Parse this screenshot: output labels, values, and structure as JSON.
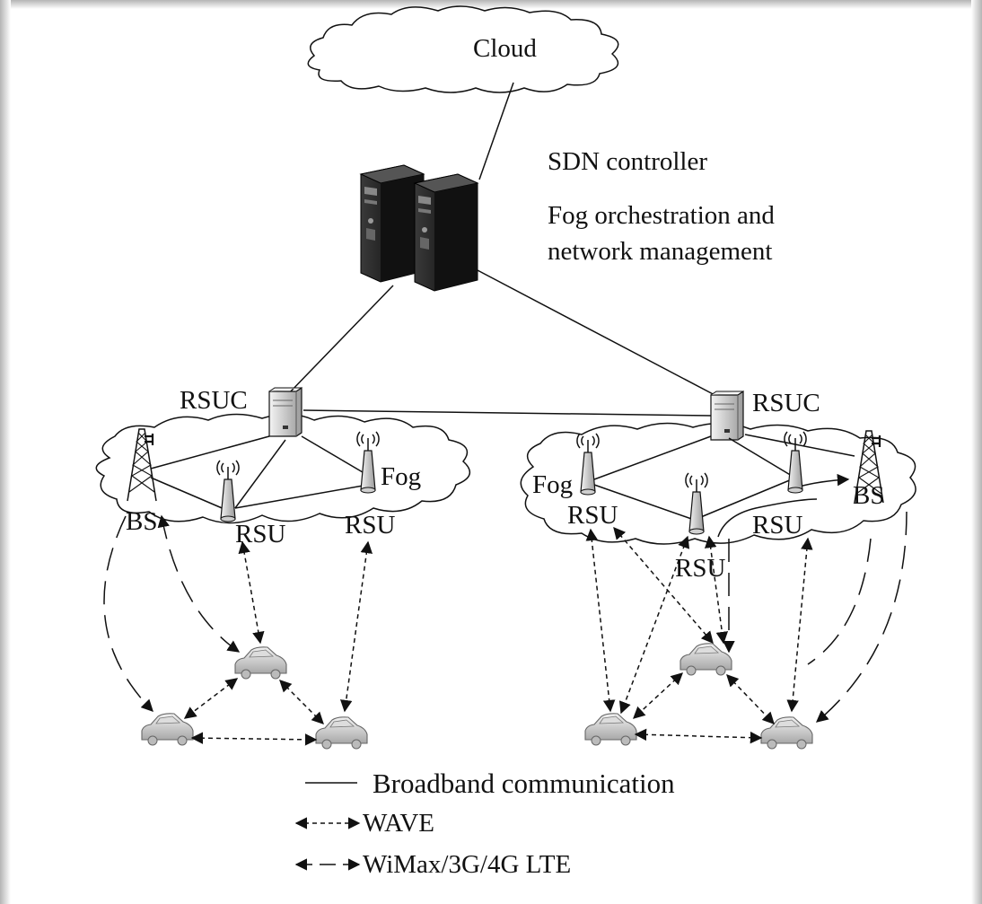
{
  "labels": {
    "cloud": "Cloud",
    "sdn": "SDN controller",
    "fog_line1": "Fog orchestration and",
    "fog_line2": "network management",
    "rsuc_left": "RSUC",
    "rsuc_right": "RSUC",
    "fog_left": "Fog",
    "fog_right": "Fog",
    "bs_left": "BS",
    "bs_right": "BS",
    "rsu_l1": "RSU",
    "rsu_l2": "RSU",
    "rsu_r1": "RSU",
    "rsu_r2": "RSU",
    "rsu_r3": "RSU"
  },
  "legend": {
    "broadband": "Broadband communication",
    "wave": "WAVE",
    "lte": "WiMax/3G/4G LTE"
  },
  "icons": {
    "server": "server-icon",
    "rsuc": "rsuc-server-icon",
    "rsu": "antenna-icon",
    "bs": "tower-icon",
    "car": "car-icon"
  }
}
